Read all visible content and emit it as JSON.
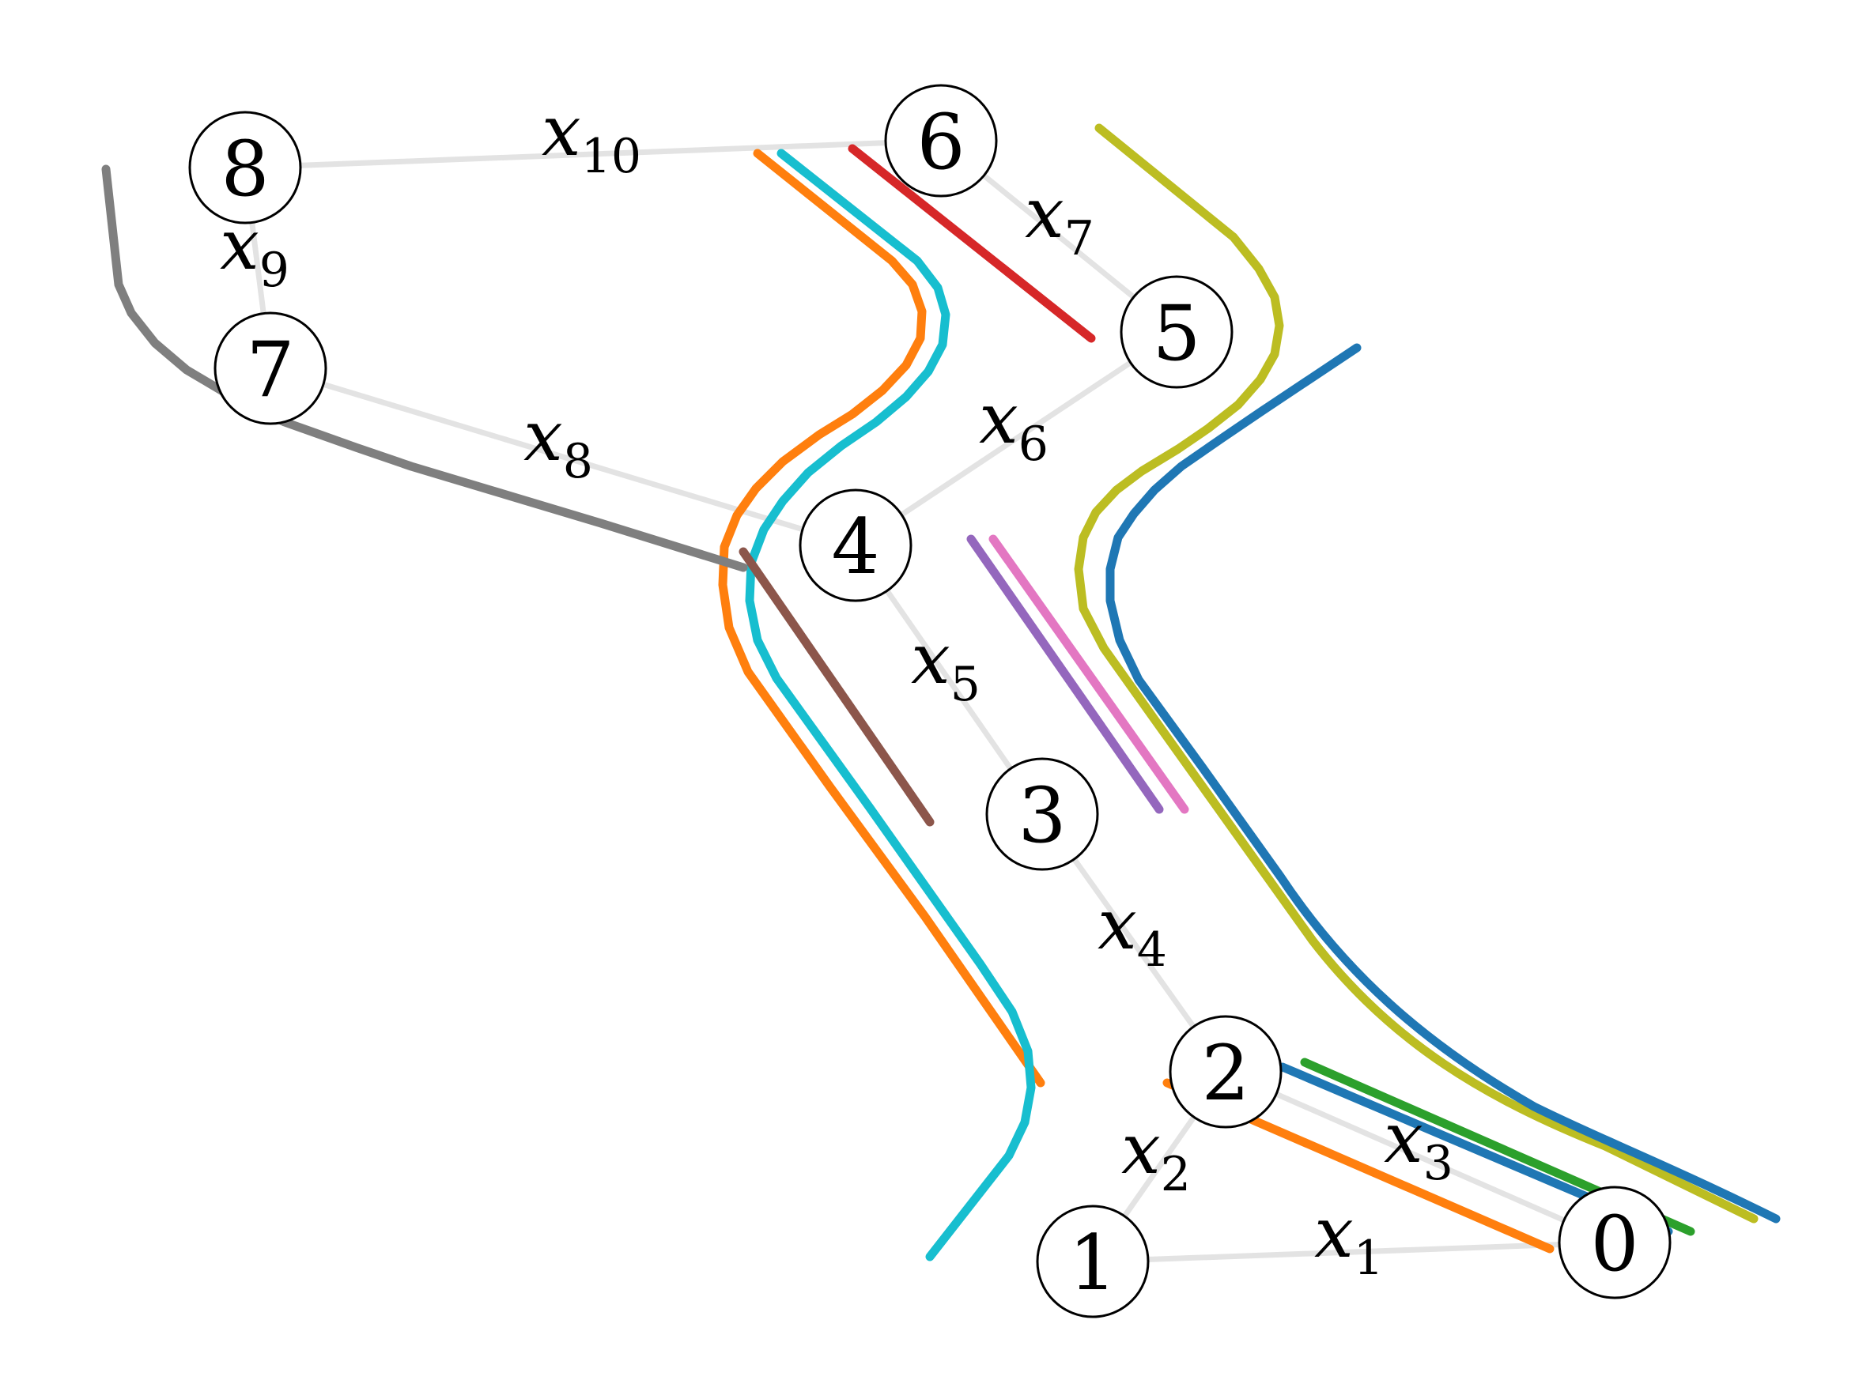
{
  "nodes": [
    {
      "id": "0",
      "label": "0"
    },
    {
      "id": "1",
      "label": "1"
    },
    {
      "id": "2",
      "label": "2"
    },
    {
      "id": "3",
      "label": "3"
    },
    {
      "id": "4",
      "label": "4"
    },
    {
      "id": "5",
      "label": "5"
    },
    {
      "id": "6",
      "label": "6"
    },
    {
      "id": "7",
      "label": "7"
    },
    {
      "id": "8",
      "label": "8"
    }
  ],
  "edges": [
    {
      "id": "x1",
      "from": "1",
      "to": "0",
      "var": "x",
      "sub": "1"
    },
    {
      "id": "x2",
      "from": "1",
      "to": "2",
      "var": "x",
      "sub": "2"
    },
    {
      "id": "x3",
      "from": "2",
      "to": "0",
      "var": "x",
      "sub": "3"
    },
    {
      "id": "x4",
      "from": "2",
      "to": "3",
      "var": "x",
      "sub": "4"
    },
    {
      "id": "x5",
      "from": "3",
      "to": "4",
      "var": "x",
      "sub": "5"
    },
    {
      "id": "x6",
      "from": "4",
      "to": "5",
      "var": "x",
      "sub": "6"
    },
    {
      "id": "x7",
      "from": "5",
      "to": "6",
      "var": "x",
      "sub": "7"
    },
    {
      "id": "x8",
      "from": "4",
      "to": "7",
      "var": "x",
      "sub": "8"
    },
    {
      "id": "x9",
      "from": "7",
      "to": "8",
      "var": "x",
      "sub": "9"
    },
    {
      "id": "x10",
      "from": "8",
      "to": "6",
      "var": "x",
      "sub": "10"
    }
  ],
  "curves": [
    {
      "name": "olive-curve",
      "color": "#bcbd22"
    },
    {
      "name": "blue-curve-long",
      "color": "#1f77b4"
    },
    {
      "name": "blue-curve-short",
      "color": "#1f77b4"
    },
    {
      "name": "green-curve",
      "color": "#2ca02c"
    },
    {
      "name": "orange-curve-long",
      "color": "#ff7f0e"
    },
    {
      "name": "orange-curve-short",
      "color": "#ff7f0e"
    },
    {
      "name": "cyan-curve",
      "color": "#17becf"
    },
    {
      "name": "red-curve",
      "color": "#d62728"
    },
    {
      "name": "purple-curve",
      "color": "#9467bd"
    },
    {
      "name": "pink-curve",
      "color": "#e377c2"
    },
    {
      "name": "brown-curve",
      "color": "#8c564b"
    },
    {
      "name": "gray-curve",
      "color": "#7f7f7f"
    }
  ]
}
